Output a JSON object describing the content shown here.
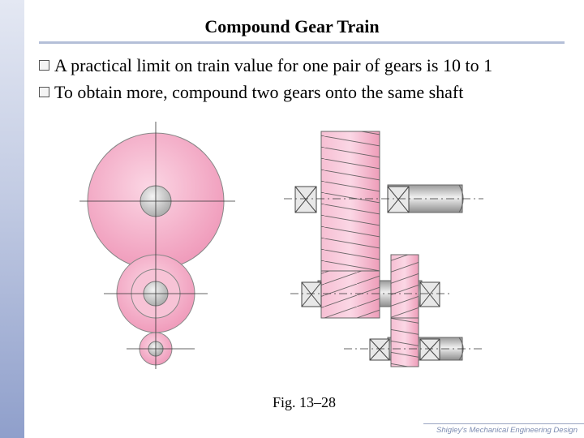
{
  "slide": {
    "title": "Compound Gear Train",
    "bullets": [
      "A practical limit on train value for one pair of gears is 10 to 1",
      "To obtain more, compound two gears onto the same shaft"
    ],
    "caption": "Fig. 13–28",
    "footer": "Shigley's Mechanical Engineering Design"
  },
  "colors": {
    "gear_fill": "#f2a9c4",
    "gear_fill_light": "#fbd6e4",
    "shaft_gray": "#cfcfcf",
    "side_band": "#9aa8d2"
  },
  "icons": [
    "bullet-box-icon"
  ]
}
